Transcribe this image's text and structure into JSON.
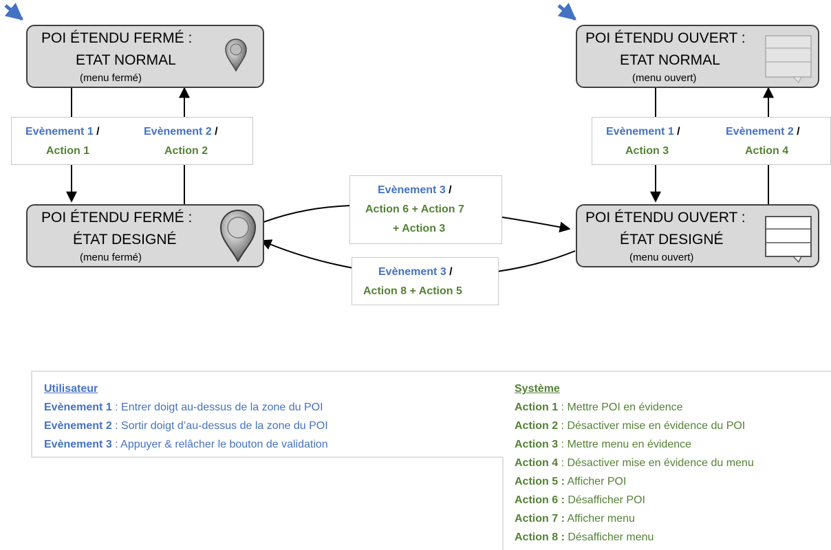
{
  "states": {
    "closed_normal": {
      "line1": "POI ÉTENDU FERMÉ :",
      "line2": "ETAT NORMAL",
      "sub": "(menu fermé)",
      "icon": "map-pin-small-icon"
    },
    "closed_designated": {
      "line1": "POI ÉTENDU FERMÉ :",
      "line2": "ÉTAT DESIGNÉ",
      "sub": "(menu fermé)",
      "icon": "map-pin-large-icon"
    },
    "open_normal": {
      "line1": "POI ÉTENDU OUVERT :",
      "line2": "ETAT NORMAL",
      "sub": "(menu ouvert)",
      "icon": "menu-list-icon"
    },
    "open_designated": {
      "line1": "POI ÉTENDU OUVERT :",
      "line2": "ÉTAT DESIGNÉ",
      "sub": "(menu ouvert)",
      "icon": "menu-list-highlighted-icon"
    }
  },
  "transitions": {
    "t1": {
      "event": "Evènement 1",
      "slash": " /",
      "action": "Action 1"
    },
    "t2": {
      "event": "Evènement 2",
      "slash": " /",
      "action": "Action 2"
    },
    "t3": {
      "event": "Evènement 1",
      "slash": " /",
      "action": "Action 3"
    },
    "t4": {
      "event": "Evènement 2",
      "slash": " /",
      "action": "Action 4"
    },
    "t5": {
      "event": "Evènement 3",
      "slash": " /",
      "action_line1": "Action 6 + Action 7",
      "action_line2": "+ Action 3"
    },
    "t6": {
      "event": "Evènement 3",
      "slash": " /",
      "action": "Action 8 + Action 5"
    }
  },
  "legend": {
    "user": {
      "header": "Utilisateur",
      "items": [
        {
          "key": "Evènement 1",
          "text": " : Entrer doigt au-dessus de la zone du POI"
        },
        {
          "key": "Evènement 2",
          "text": " : Sortir doigt d’au-dessus de la zone du POI"
        },
        {
          "key": "Evènement 3",
          "text": " : Appuyer & relâcher le bouton de validation"
        }
      ]
    },
    "system": {
      "header": "Système",
      "items": [
        {
          "key": "Action 1",
          "text": " : Mettre POI en évidence"
        },
        {
          "key": "Action 2",
          "text": " : Désactiver mise en évidence du POI"
        },
        {
          "key": "Action 3",
          "text": " : Mettre menu en évidence"
        },
        {
          "key": "Action 4",
          "text": " : Désactiver mise en évidence du menu"
        },
        {
          "key": "Action 5 :",
          "text": " Afficher POI"
        },
        {
          "key": "Action 6 :",
          "text": " Désafficher POI"
        },
        {
          "key": "Action 7 :",
          "text": " Afficher menu"
        },
        {
          "key": "Action 8 :",
          "text": " Désafficher menu"
        }
      ]
    }
  },
  "colors": {
    "event": "#4472c4",
    "action": "#548235",
    "state_fill": "#d9d9d9",
    "start_arrow": "#4472c4"
  }
}
